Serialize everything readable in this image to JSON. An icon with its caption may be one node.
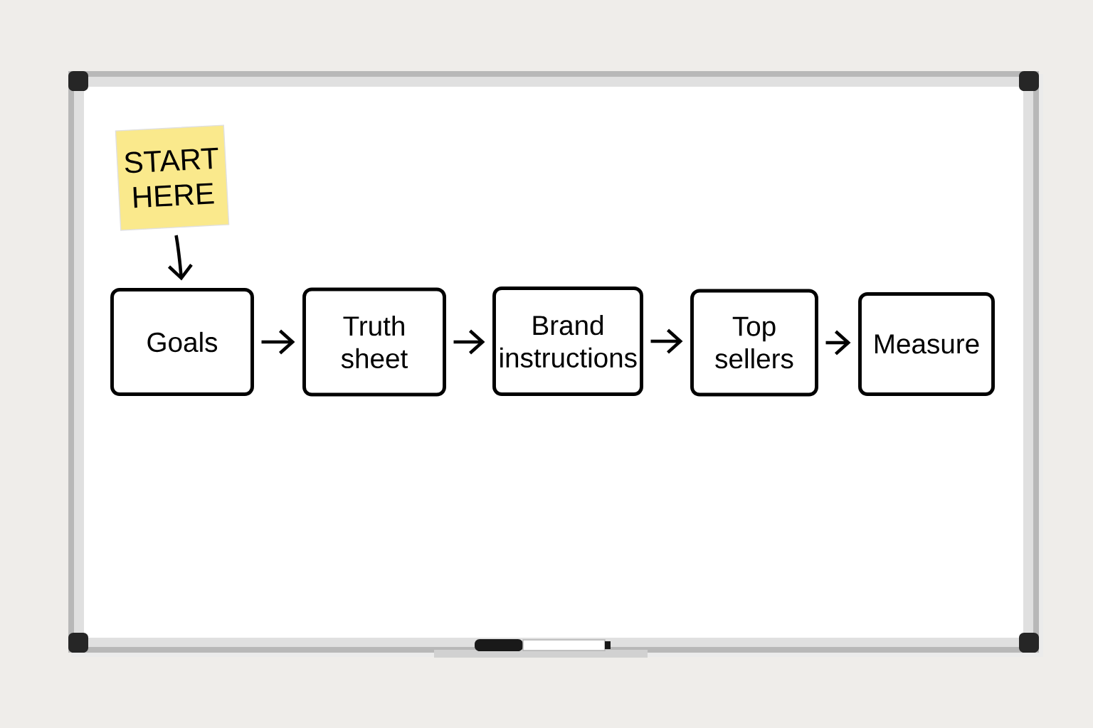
{
  "diagram": {
    "nodes": [
      {
        "text": [
          "START HERE"
        ]
      },
      {
        "text": [
          "Goals"
        ]
      },
      {
        "text": [
          "Truth sheet"
        ]
      },
      {
        "text": [
          "Brand instructions"
        ]
      },
      {
        "text": [
          "Top sellers"
        ]
      },
      {
        "text": [
          "Measure"
        ]
      }
    ],
    "edges": [
      {
        "from": 0,
        "to": 1,
        "arrow": "to"
      },
      {
        "from": 1,
        "to": 2,
        "arrow": "to"
      },
      {
        "from": 2,
        "to": 3,
        "arrow": "to"
      },
      {
        "from": 3,
        "to": 4,
        "arrow": "to"
      },
      {
        "from": 4,
        "to": 5,
        "arrow": "to"
      }
    ]
  }
}
